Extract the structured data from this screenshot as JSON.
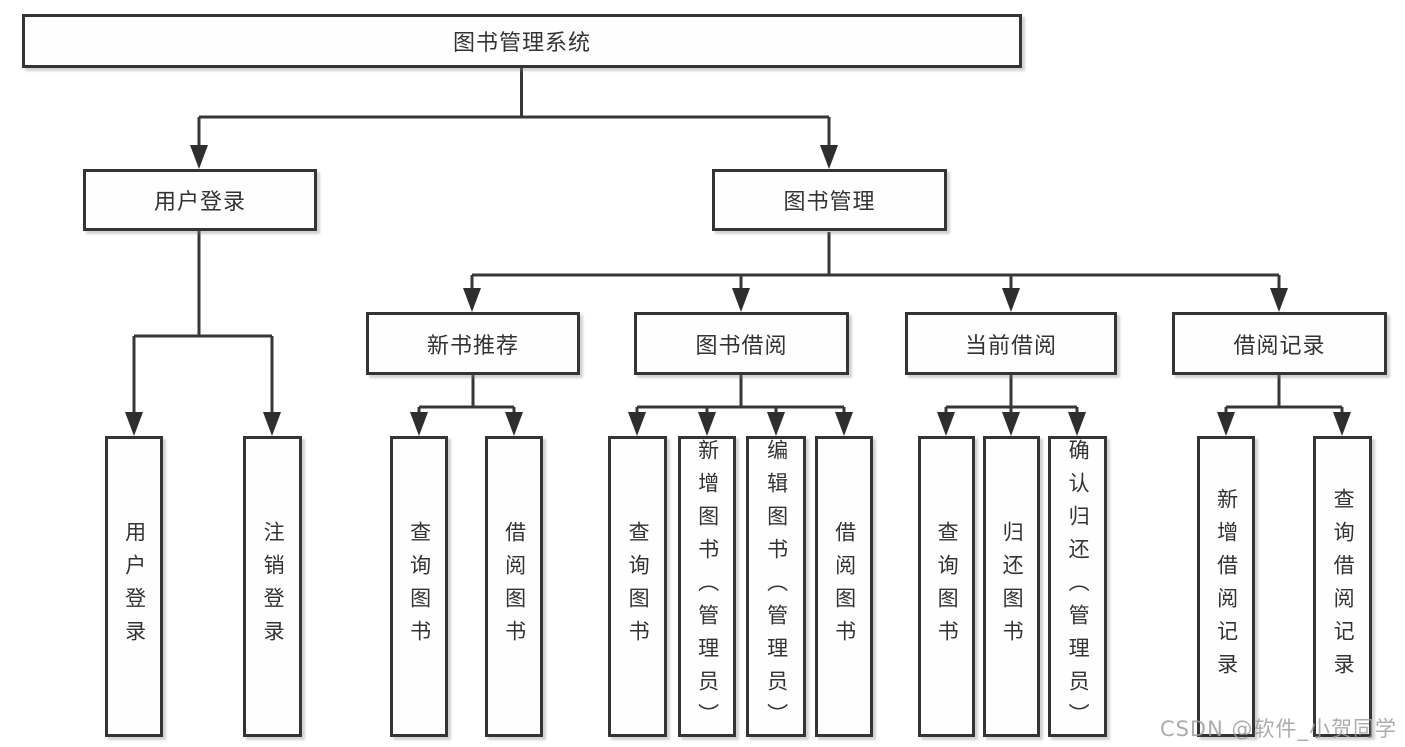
{
  "diagram": {
    "title_node": {
      "label": "图书管理系统"
    },
    "level2": [
      {
        "label": "用户登录"
      },
      {
        "label": "图书管理"
      }
    ],
    "level3": [
      {
        "label": "新书推荐"
      },
      {
        "label": "图书借阅"
      },
      {
        "label": "当前借阅"
      },
      {
        "label": "借阅记录"
      }
    ],
    "leaves": {
      "user_login": [
        "用户登录",
        "注销登录"
      ],
      "new_book": [
        "查询图书",
        "借阅图书"
      ],
      "book_borrow": [
        "查询图书",
        "新增图书（管理员）",
        "编辑图书（管理员）",
        "借阅图书"
      ],
      "current_borrow": [
        "查询图书",
        "归还图书",
        "确认归还（管理员）"
      ],
      "borrow_record": [
        "新增借阅记录",
        "查询借阅记录"
      ]
    },
    "colors": {
      "line": "#373737",
      "border": "#343434",
      "text": "#333333",
      "background": "#ffffff",
      "watermark": "#9e9e9e"
    }
  },
  "watermark": {
    "text": "CSDN @软件_小贺同学"
  }
}
